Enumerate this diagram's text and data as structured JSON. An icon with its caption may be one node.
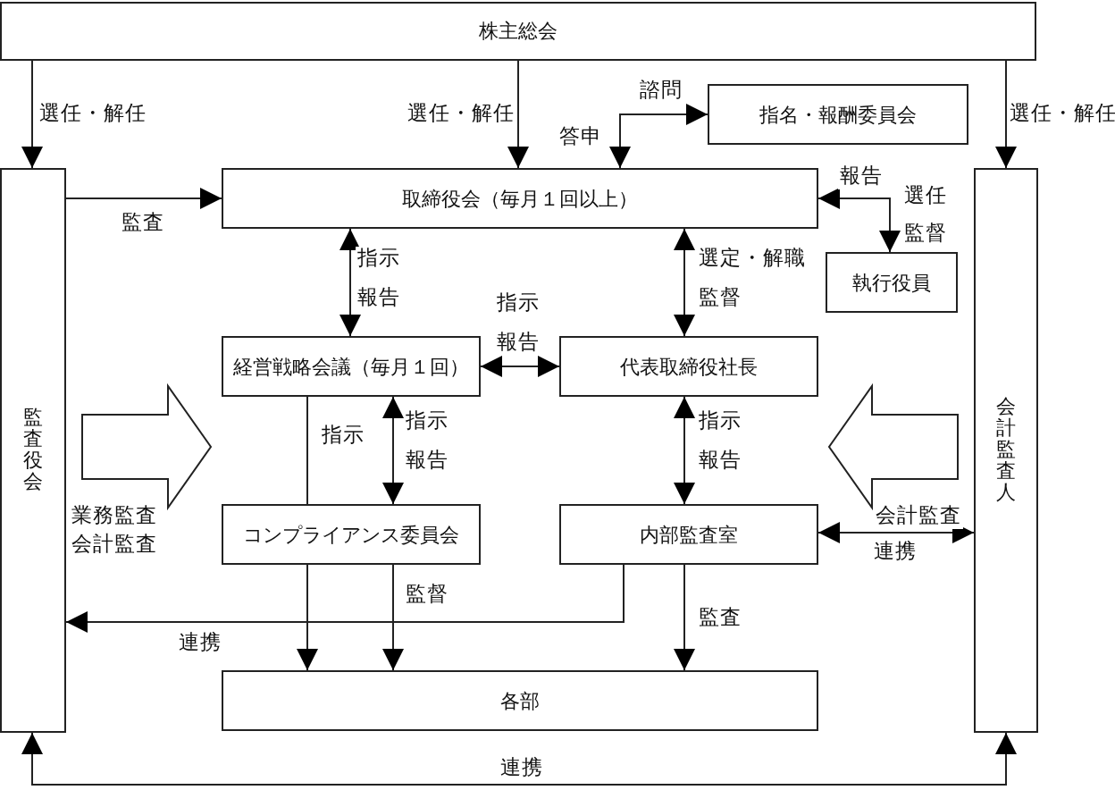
{
  "diagram": {
    "nodes": [
      {
        "text": [
          "株主総会"
        ]
      },
      {
        "text": [
          "監査役会"
        ]
      },
      {
        "text": [
          "取締役会（毎月１回以上）"
        ]
      },
      {
        "text": [
          "指名・報酬委員会"
        ]
      },
      {
        "text": [
          "執行役員"
        ]
      },
      {
        "text": [
          "経営戦略会議（毎月１回）"
        ]
      },
      {
        "text": [
          "代表取締役社長"
        ]
      },
      {
        "text": [
          "コンプライアンス委員会"
        ]
      },
      {
        "text": [
          "内部監査室"
        ]
      },
      {
        "text": [
          "各部"
        ]
      },
      {
        "text": [
          "会計監査人"
        ]
      }
    ],
    "edges": [
      {
        "from": 0,
        "to": 1,
        "arrow": "to",
        "label": "選任・解任"
      },
      {
        "from": 0,
        "to": 2,
        "arrow": "to",
        "label": "選任・解任"
      },
      {
        "from": 0,
        "to": 10,
        "arrow": "to",
        "label": "選任・解任"
      },
      {
        "from": 1,
        "to": 2,
        "arrow": "to",
        "label": "監査"
      },
      {
        "from": 2,
        "to": 3,
        "arrow": "both",
        "label": "諮問"
      },
      {
        "from": 2,
        "to": 4,
        "arrow": "both",
        "label": "報告"
      },
      {
        "from": 2,
        "to": 5,
        "arrow": "both",
        "label": "指示"
      },
      {
        "from": 2,
        "to": 6,
        "arrow": "both",
        "label": "選定・解職"
      },
      {
        "from": 5,
        "to": 6,
        "arrow": "both",
        "label": "指示"
      },
      {
        "from": 5,
        "to": 7,
        "arrow": "none",
        "label": "指示"
      },
      {
        "from": 7,
        "to": 9,
        "arrow": "to"
      },
      {
        "from": 5,
        "to": 7,
        "arrow": "both",
        "label": "指示"
      },
      {
        "from": 7,
        "to": 9,
        "arrow": "to",
        "label": "監督"
      },
      {
        "from": 6,
        "to": 8,
        "arrow": "both",
        "label": "指示"
      },
      {
        "from": 8,
        "to": 10,
        "arrow": "both",
        "label": "連携"
      },
      {
        "from": 8,
        "to": 9,
        "arrow": "to",
        "label": "監査"
      },
      {
        "from": 8,
        "to": 1,
        "arrow": "both",
        "label": "連携"
      },
      {
        "from": 1,
        "to": 10,
        "arrow": "both",
        "label": "連携"
      },
      {
        "from": 1,
        "to": null,
        "arrow": "to",
        "style": "thick"
      },
      {
        "from": 10,
        "to": null,
        "arrow": "to",
        "style": "thick"
      }
    ],
    "labels": [
      "答申",
      "選任",
      "監督",
      "報告",
      "監督",
      "報告",
      "報告",
      "報告",
      "業務監査",
      "会計監査",
      "会計監査"
    ]
  }
}
